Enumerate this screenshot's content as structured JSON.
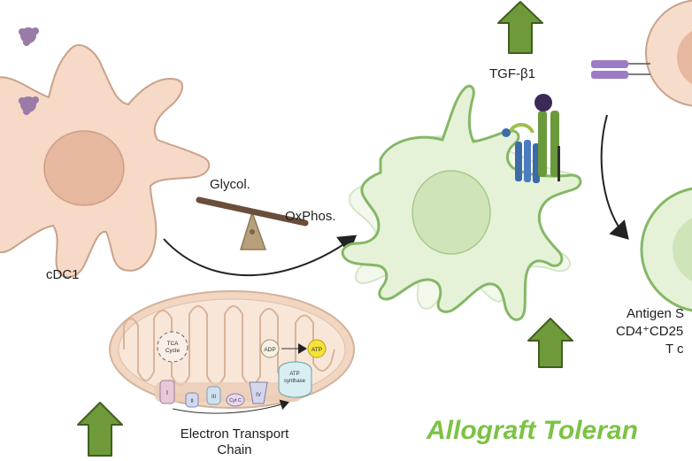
{
  "labels": {
    "cdc1": "cDC1",
    "glycolysis": "Glycol.",
    "oxphos": "OxPhos.",
    "tgf": "TGF-β1",
    "etc_line1": "Electron Transport",
    "etc_line2": "Chain",
    "antigen_line1": "Antigen S",
    "antigen_line2": "CD4⁺CD25",
    "antigen_line3": "T c",
    "tolerance": "Allograft Toleran"
  },
  "mito_labels": {
    "tca_line1": "TCA",
    "tca_line2": "Cycle",
    "adp": "ADP",
    "atp": "ATP",
    "atp_synthase_line1": "ATP",
    "atp_synthase_line2": "synthase",
    "complex_1": "I",
    "complex_2": "II",
    "complex_3": "III",
    "cyt_c": "Cyt C",
    "complex_4": "IV"
  },
  "colors": {
    "cdc1_fill": "#f6d9c6",
    "cdc1_stroke": "#c9a28c",
    "cdc1_nucleus": "#e6b8a0",
    "tol_cell_fill": "#e6f2d8",
    "tol_cell_stroke": "#84b866",
    "tol_nucleus": "#cfe4b8",
    "up_arrow_fill": "#6f9a3a",
    "up_arrow_stroke": "#3f5e1f",
    "tolerance_text": "#7cc244",
    "mito_outer": "#f3d6c2",
    "mito_inner": "#f8e6d8",
    "seesaw_beam": "#6a4e3c",
    "seesaw_fulcrum": "#b8a07a",
    "antigen_purple": "#9d7bc4",
    "receptor_blue": "#3d6aa8",
    "receptor_green": "#6a9a3c"
  },
  "icons": [
    "up-arrow-icon",
    "seesaw-icon",
    "curved-arrow-icon",
    "mitochondrion-icon",
    "receptor-icon",
    "antigen-particle-icon"
  ]
}
